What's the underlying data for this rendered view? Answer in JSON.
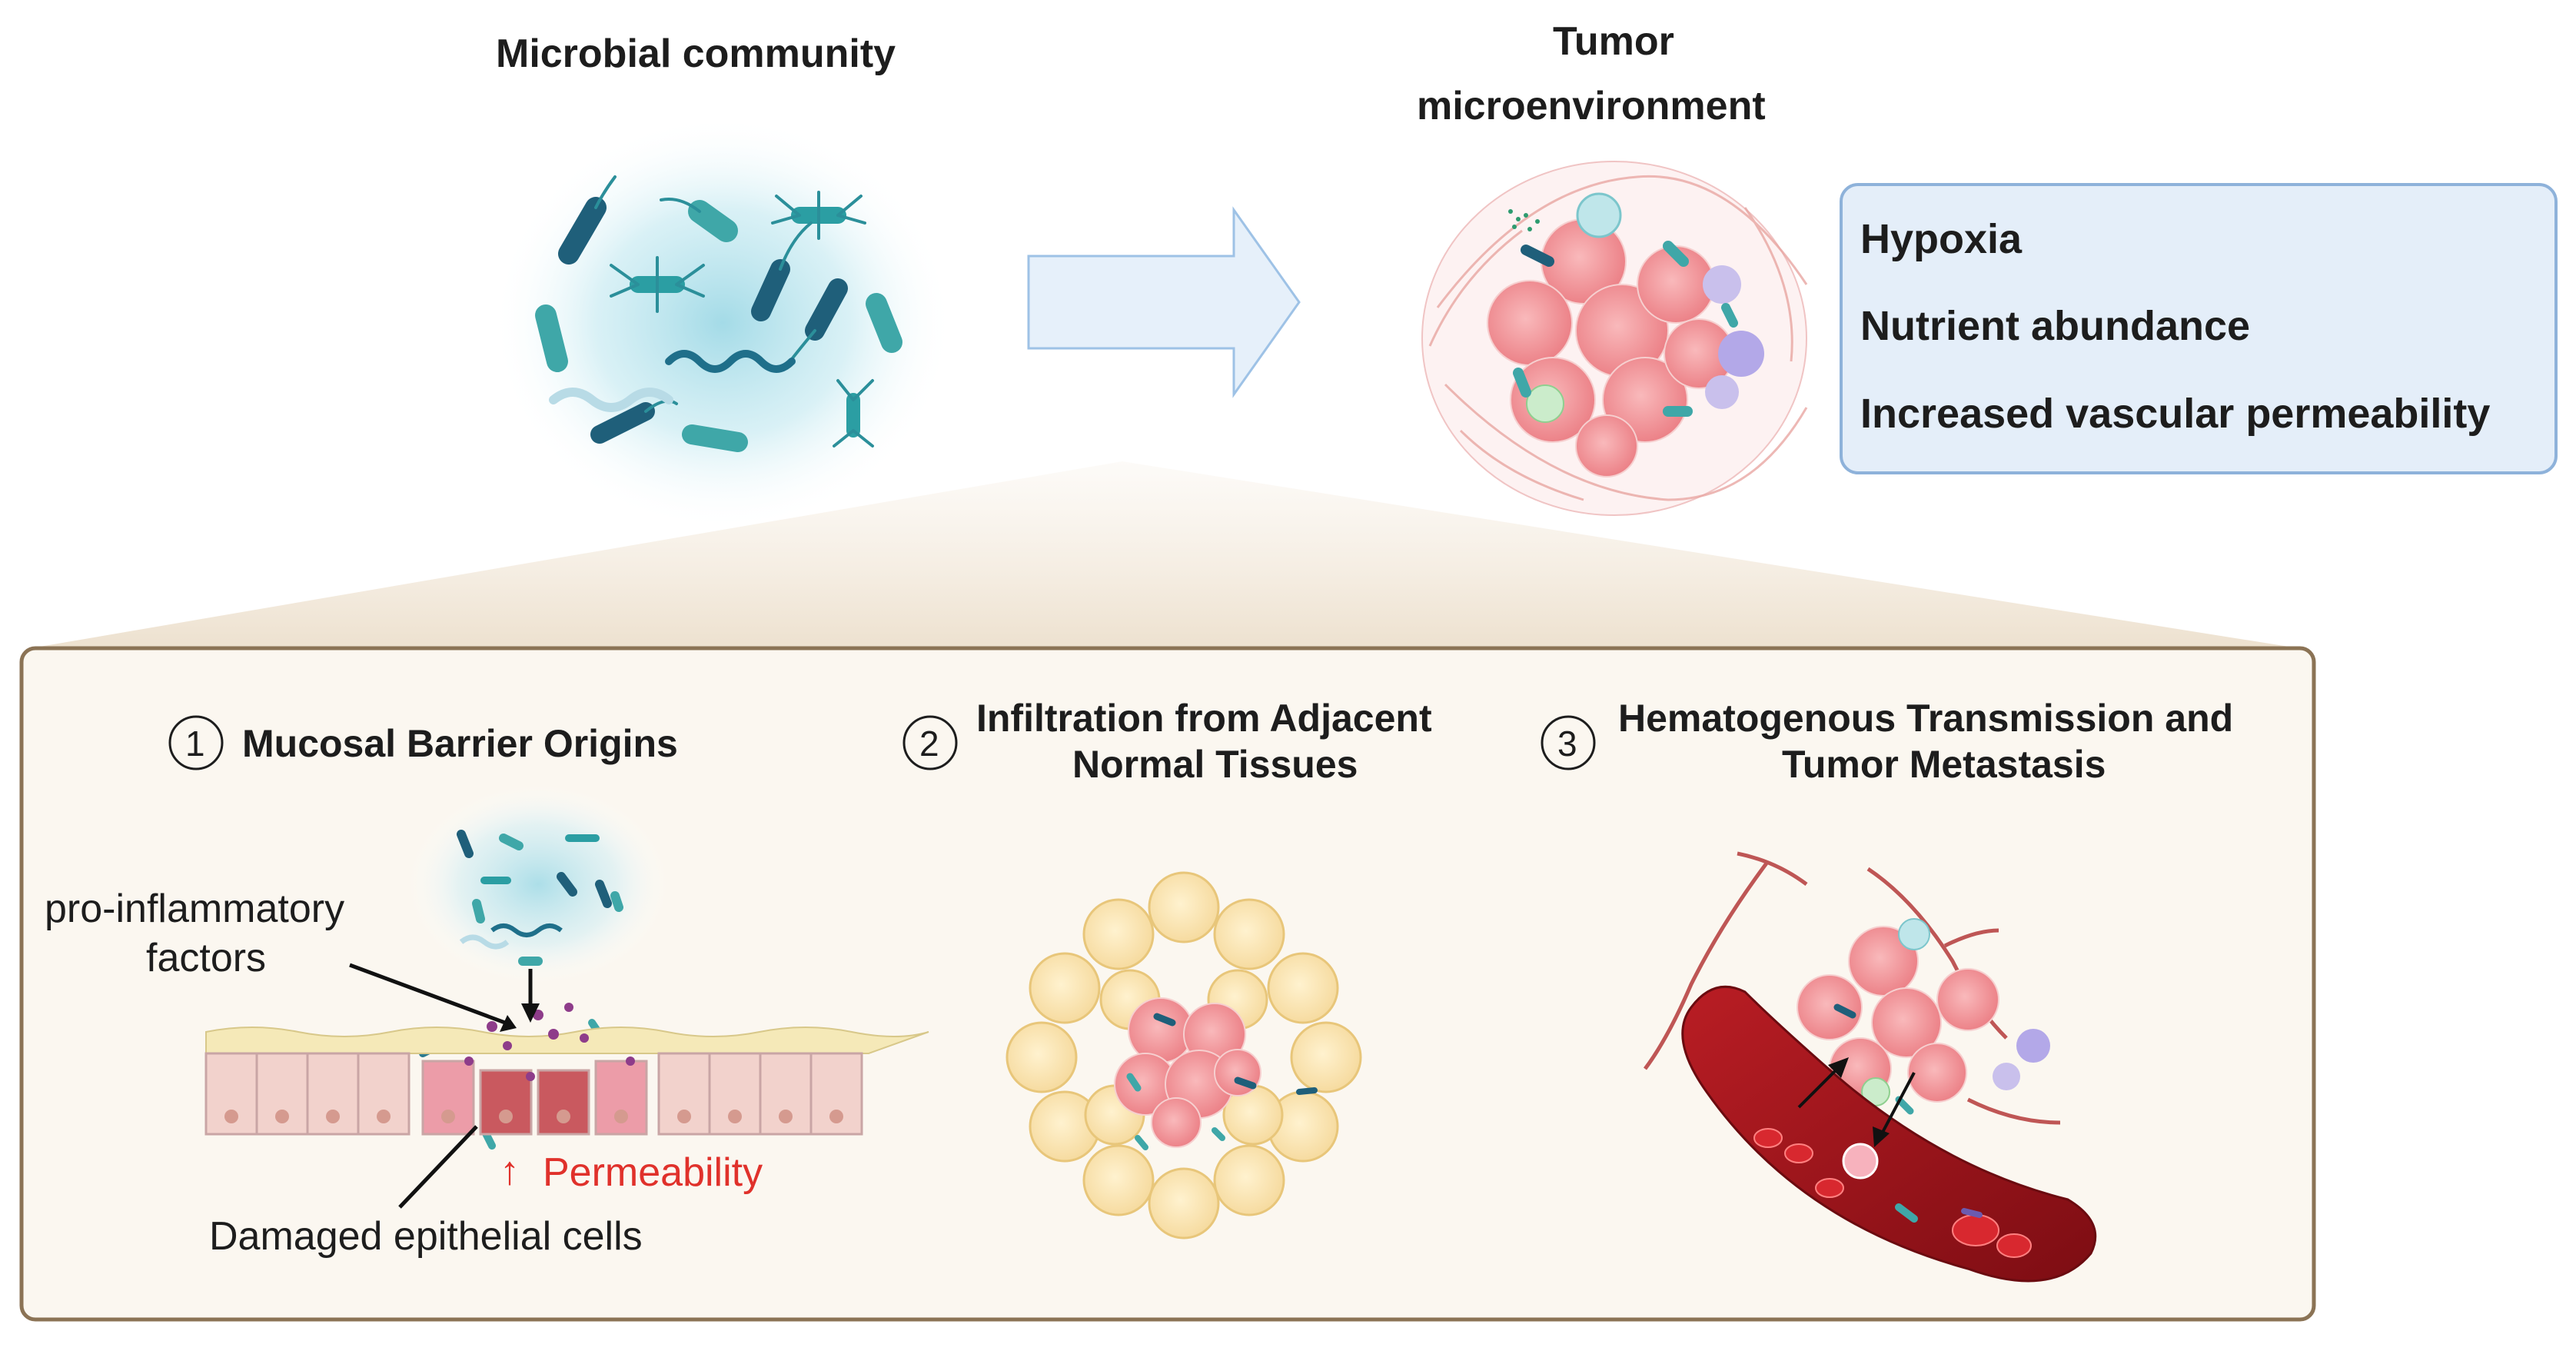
{
  "top": {
    "microbial_title": "Microbial community",
    "tumor_title_line1": "Tumor",
    "tumor_title_line2": "microenvironment",
    "features": [
      "Hypoxia",
      "Nutrient abundance",
      "Increased vascular permeability"
    ]
  },
  "panel": {
    "origin1": {
      "number": "1",
      "title": "Mucosal Barrier Origins"
    },
    "origin2": {
      "number": "2",
      "title_line1": "Infiltration from Adjacent",
      "title_line2": "Normal Tissues"
    },
    "origin3": {
      "number": "3",
      "title_line1": "Hematogenous Transmission and",
      "title_line2": "Tumor Metastasis"
    },
    "annotations": {
      "pro_inflammatory_line1": "pro-inflammatory",
      "pro_inflammatory_line2": "factors",
      "permeability_arrow": "↑",
      "permeability": "Permeability",
      "damaged_cells": "Damaged epithelial cells"
    }
  },
  "colors": {
    "panel_border": "#8b7355",
    "panel_bg": "#fbf7f0",
    "feature_box_border": "#8eb2da",
    "feature_box_bg": "#e4eef9",
    "arrow_fill": "#e6f0fa",
    "arrow_stroke": "#9ec2e6",
    "permeability_text": "#e0312b",
    "bacteria_teal": "#3fa7a8",
    "bacteria_dark": "#1f5f7a",
    "tumor_pink": "#ef8f94",
    "vessel_red": "#a3141c"
  }
}
